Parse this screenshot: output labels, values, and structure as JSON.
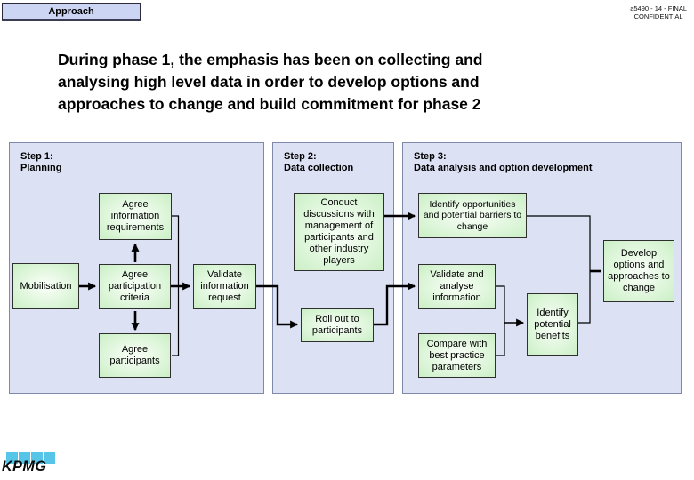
{
  "header": {
    "approach_label": "Approach",
    "doc_ref": "a5490  - 14 - FINAL",
    "confidential": "CONFIDENTIAL"
  },
  "title": {
    "lines": [
      "During phase 1, the emphasis has been on collecting and",
      "analysing high level data in order to develop options and",
      "approaches to change and build commitment for phase 2"
    ]
  },
  "steps": {
    "step1": {
      "line1": "Step 1:",
      "line2": "Planning"
    },
    "step2": {
      "line1": "Step 2:",
      "line2": "Data collection"
    },
    "step3": {
      "line1": "Step 3:",
      "line2": "Data analysis and option development"
    }
  },
  "boxes": {
    "mobilisation": "Mobilisation",
    "agree_information_requirements": "Agree information requirements",
    "agree_participation_criteria": "Agree participation criteria",
    "agree_participants": "Agree participants",
    "validate_information_request": "Validate information request",
    "conduct_discussions": "Conduct discussions with management of participants and other industry players",
    "roll_out": "Roll out to participants",
    "identify_opportunities": "Identify opportunities and potential barriers to change",
    "validate_analyse": "Validate and analyse information",
    "compare_best_practice": "Compare with best practice parameters",
    "identify_benefits": "Identify potential benefits",
    "develop_options": "Develop options and approaches to change"
  },
  "logo": {
    "text": "KPMG"
  },
  "colors": {
    "panel_fill": "#dde1f4",
    "panel_border": "#8089a8",
    "box_green_edge": "#cdf0c8",
    "box_green_center": "#f4fdf2",
    "button_fill": "#ccd5f3",
    "kpmg_cyan": "#56c5e8",
    "connector": "#000000"
  }
}
